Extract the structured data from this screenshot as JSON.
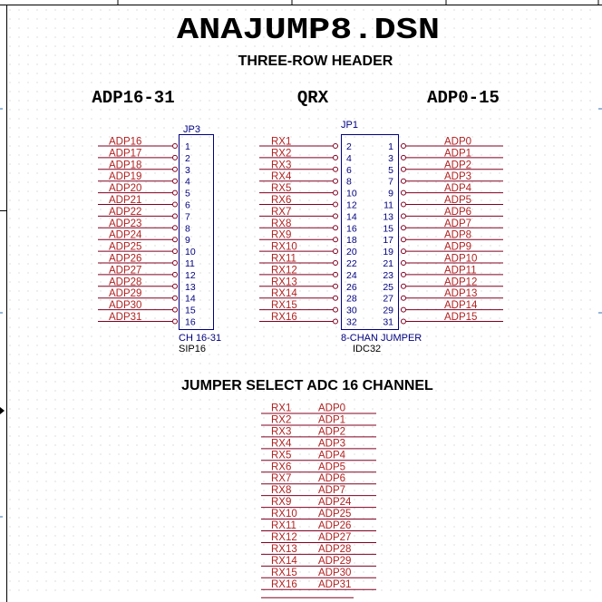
{
  "sheet": {
    "title": "ANAJUMP8.DSN",
    "subtitle": "THREE-ROW HEADER",
    "col_left": "ADP16-31",
    "col_mid": "QRX",
    "col_right": "ADP0-15",
    "table_title": "JUMPER SELECT ADC 16 CHANNEL"
  },
  "jp3": {
    "ref": "JP3",
    "value": "CH 16-31",
    "footprint": "SIP16",
    "nets": [
      "ADP16",
      "ADP17",
      "ADP18",
      "ADP19",
      "ADP20",
      "ADP21",
      "ADP22",
      "ADP23",
      "ADP24",
      "ADP25",
      "ADP26",
      "ADP27",
      "ADP28",
      "ADP29",
      "ADP30",
      "ADP31"
    ],
    "pins": [
      "1",
      "2",
      "3",
      "4",
      "5",
      "6",
      "7",
      "8",
      "9",
      "10",
      "11",
      "12",
      "13",
      "14",
      "15",
      "16"
    ]
  },
  "jp1": {
    "ref": "JP1",
    "value": "8-CHAN JUMPER",
    "footprint": "IDC32",
    "left_nets": [
      "RX1",
      "RX2",
      "RX3",
      "RX4",
      "RX5",
      "RX6",
      "RX7",
      "RX8",
      "RX9",
      "RX10",
      "RX11",
      "RX12",
      "RX13",
      "RX14",
      "RX15",
      "RX16"
    ],
    "left_pins": [
      "2",
      "4",
      "6",
      "8",
      "10",
      "12",
      "14",
      "16",
      "18",
      "20",
      "22",
      "24",
      "26",
      "28",
      "30",
      "32"
    ],
    "right_pins": [
      "1",
      "3",
      "5",
      "7",
      "9",
      "11",
      "13",
      "15",
      "17",
      "19",
      "21",
      "23",
      "25",
      "27",
      "29",
      "31"
    ],
    "right_nets": [
      "ADP0",
      "ADP1",
      "ADP2",
      "ADP3",
      "ADP4",
      "ADP5",
      "ADP6",
      "ADP7",
      "ADP8",
      "ADP9",
      "ADP10",
      "ADP11",
      "ADP12",
      "ADP13",
      "ADP14",
      "ADP15"
    ]
  },
  "jumper_table": [
    [
      "RX1",
      "ADP0"
    ],
    [
      "RX2",
      "ADP1"
    ],
    [
      "RX3",
      "ADP2"
    ],
    [
      "RX4",
      "ADP3"
    ],
    [
      "RX5",
      "ADP4"
    ],
    [
      "RX6",
      "ADP5"
    ],
    [
      "RX7",
      "ADP6"
    ],
    [
      "RX8",
      "ADP7"
    ],
    [
      "RX9",
      "ADP24"
    ],
    [
      "RX10",
      "ADP25"
    ],
    [
      "RX11",
      "ADP26"
    ],
    [
      "RX12",
      "ADP27"
    ],
    [
      "RX13",
      "ADP28"
    ],
    [
      "RX14",
      "ADP29"
    ],
    [
      "RX15",
      "ADP30"
    ],
    [
      "RX16",
      "ADP31"
    ]
  ],
  "colors": {
    "net": "#b22222",
    "wire": "#800020",
    "part": "#000080",
    "text": "#000000"
  }
}
